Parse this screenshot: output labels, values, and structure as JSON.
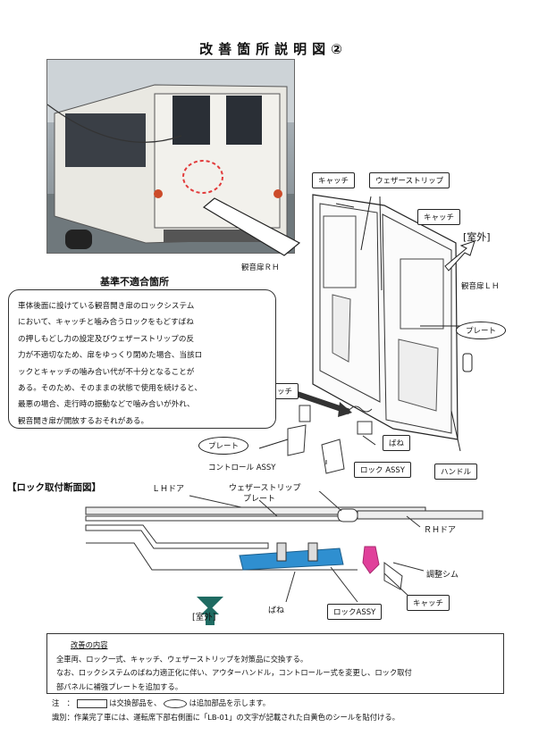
{
  "title": "改善箇所説明図②",
  "labels": {
    "catch_top": "キャッチ",
    "weatherstrip_top": "ウェザーストリップ",
    "catch_right": "キャッチ",
    "exterior": "[室外]",
    "door_rh": "観音扉ＲＨ",
    "door_lh": "観音扉ＬＨ",
    "plate_right": "プレート",
    "catch_mid": "キャッチ",
    "plate_left": "プレート",
    "spring": "ばね",
    "control_assy": "コントロール ASSY",
    "lock_assy": "ロック ASSY",
    "handle": "ハンドル"
  },
  "nonconformity": {
    "title": "基準不適合箇所",
    "lines": [
      "車体後面に設けている観音開き扉のロックシステム",
      "において、キャッチと噛み合うロックをもどすばね",
      "の押しもどし力の設定及びウェザーストリップの反",
      "力が不適切なため、扉をゆっくり閉めた場合、当該ロ",
      "ックとキャッチの噛み合い代が不十分となることが",
      "ある。そのため、そのままの状態で使用を続けると、",
      "最悪の場合、走行時の振動などで噛み合いが外れ、",
      "観音開き扉が開放するおそれがある。"
    ]
  },
  "section": {
    "title": "【ロック取付断面図】",
    "lh_door": "ＬＨドア",
    "weatherstrip": "ウェザーストリップ",
    "plate": "プレート",
    "rh_door": "ＲＨドア",
    "shim": "調整シム",
    "catch": "キャッチ",
    "spring": "ばね",
    "lock_assy": "ロックASSY",
    "exterior": "[室外]"
  },
  "summary": {
    "heading": "改善の内容",
    "lines": [
      "全車両、ロック一式、キャッチ、ウェザーストリップを対策品に交換する。",
      "なお、ロックシステムのばね力適正化に伴い、アウターハンドル，コントロールー式を変更し、ロック取付",
      "部パネルに補強プレートを追加する。"
    ]
  },
  "notes": {
    "note_prefix": "注　：",
    "note_mid": "は交換部品を、",
    "note_suffix": "は追加部品を示します。",
    "id_line": "識別：作業完了車には、運転席下部右側面に「LB-01」の文字が記載された白黄色のシールを貼付ける。"
  },
  "colors": {
    "lock_highlight": "#2f8fd0",
    "catch_highlight": "#e0409a",
    "arrow_green": "#1f6b62",
    "photo_circle": "#e23b3b"
  }
}
